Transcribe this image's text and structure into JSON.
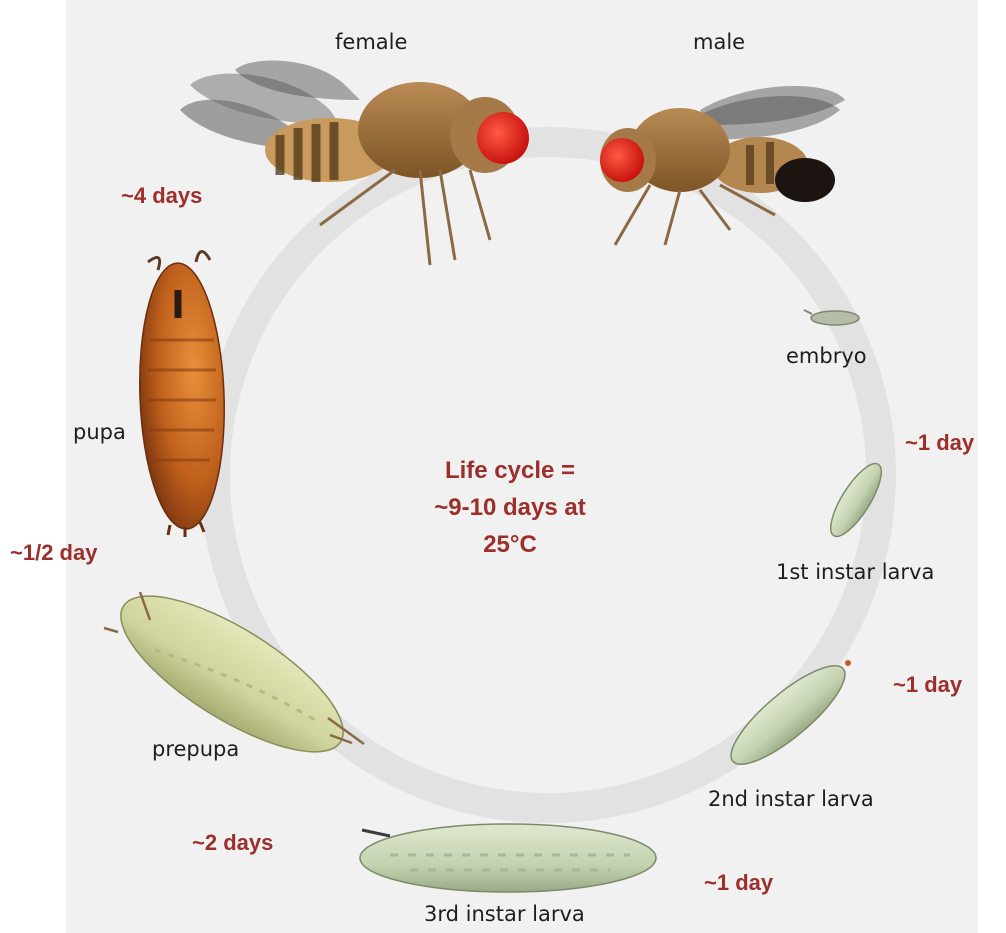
{
  "stages": {
    "female": "female",
    "male": "male",
    "embryo": "embryo",
    "first_instar": "1st instar larva",
    "second_instar": "2nd instar larva",
    "third_instar": "3rd instar larva",
    "prepupa": "prepupa",
    "pupa": "pupa"
  },
  "durations": {
    "adult": "~4 days",
    "embryo_to_first": "~1 day",
    "first_to_second": "~1 day",
    "second_to_third": "~1 day",
    "third_to_prepupa": "~2 days",
    "prepupa_to_pupa": "~1/2 day"
  },
  "center": {
    "line1": "Life cycle =",
    "line2": "~9-10 days at",
    "line3": "25°C"
  },
  "colors": {
    "duration_text": "#9c2f2b",
    "ring": "#e3e3e3",
    "background": "#f1f1f1",
    "fly_eye": "#e0201c",
    "pupa_body": "#c4621e",
    "larva_body": "#c5d3b0",
    "prepupa_body": "#cfd3a0"
  }
}
